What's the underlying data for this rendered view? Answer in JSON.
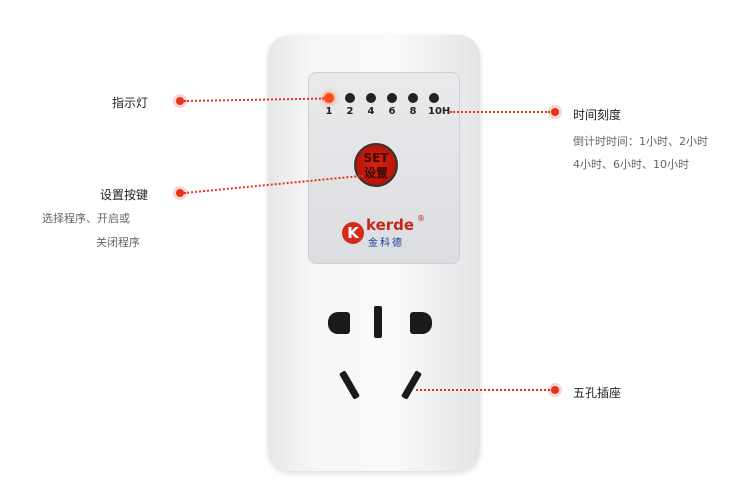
{
  "device": {
    "led_labels": [
      "1",
      "2",
      "4",
      "6",
      "8",
      "10H"
    ],
    "set_button": {
      "line1": "SET",
      "line2": "设置"
    },
    "logo": {
      "mark": "K",
      "brand": "kerde",
      "brand_cn": "金科德",
      "registered": "®"
    }
  },
  "callouts": {
    "indicator": {
      "title": "指示灯"
    },
    "set_key": {
      "title": "设置按键",
      "desc_lines": [
        "选择程序、开启或",
        "关闭程序"
      ]
    },
    "time_scale": {
      "title": "时间刻度",
      "desc_lines": [
        "倒计时时间：1小时、2小时",
        "4小时、6小时、10小时"
      ]
    },
    "socket": {
      "title": "五孔插座"
    }
  },
  "colors": {
    "accent": "#e8321c",
    "led_on": "#ff4a1c",
    "button": "#c81a0c"
  }
}
